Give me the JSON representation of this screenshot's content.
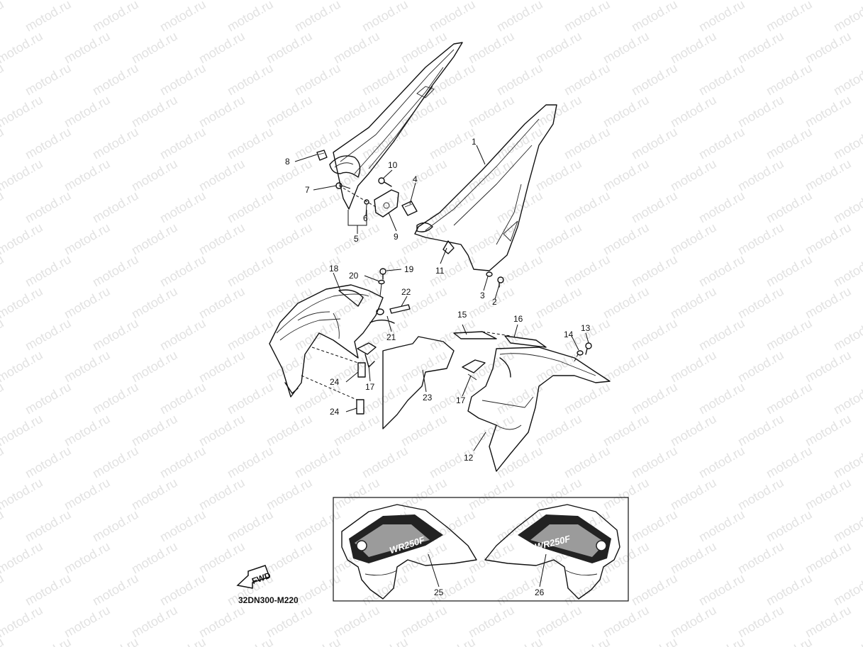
{
  "watermark": {
    "text": "motod.ru"
  },
  "diagram_code": "32DN300-M220",
  "fwd_label": "FWD",
  "decal_text_left": "WR250F",
  "decal_text_right": "WR250F",
  "callouts": {
    "c1": "1",
    "c2": "2",
    "c3": "3",
    "c4": "4",
    "c5": "5",
    "c6": "6",
    "c7": "7",
    "c8": "8",
    "c9": "9",
    "c10": "10",
    "c11": "11",
    "c12": "12",
    "c13": "13",
    "c14": "14",
    "c15": "15",
    "c16": "16",
    "c17a": "17",
    "c17b": "17",
    "c18": "18",
    "c19": "19",
    "c20": "20",
    "c21": "21",
    "c22": "22",
    "c23": "23",
    "c24a": "24",
    "c24b": "24",
    "c25": "25",
    "c26": "26"
  }
}
